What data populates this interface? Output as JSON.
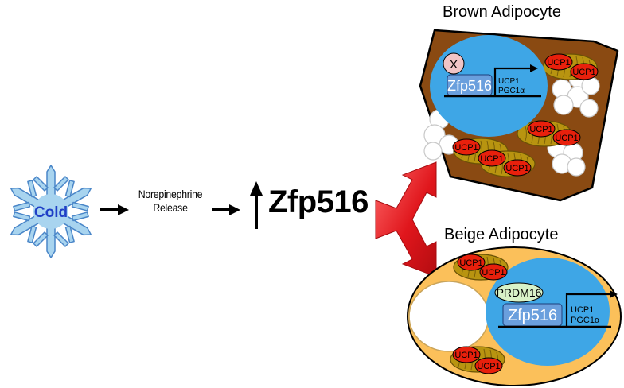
{
  "labels": {
    "brown_title": "Brown Adipocyte",
    "beige_title": "Beige Adipocyte",
    "cold": "Cold",
    "norepinephrine_line1": "Norepinephrine",
    "norepinephrine_line2": "Release",
    "zfp516": "Zfp516",
    "x_factor": "X",
    "prdm16": "PRDM16",
    "ucp1": "UCP1",
    "target_gene_1": "UCP1",
    "target_gene_2": "PGC1α"
  },
  "colors": {
    "snowflake": "#a8d4ef",
    "snowflake_stroke": "#4a86c8",
    "cold_text": "#1f3fc6",
    "brown_cell": "#8a4a12",
    "beige_cell": "#fbc05a",
    "nucleus": "#3ea6e6",
    "zfp_box": "#6a9fdd",
    "x_circle": "#f0c4c6",
    "prdm16_ellipse": "#d8f2c8",
    "mitochondria": "#b89410",
    "ucp1_fill": "#e8200c",
    "arrow_red": "#e0161c",
    "lipid": "#ffffff"
  }
}
